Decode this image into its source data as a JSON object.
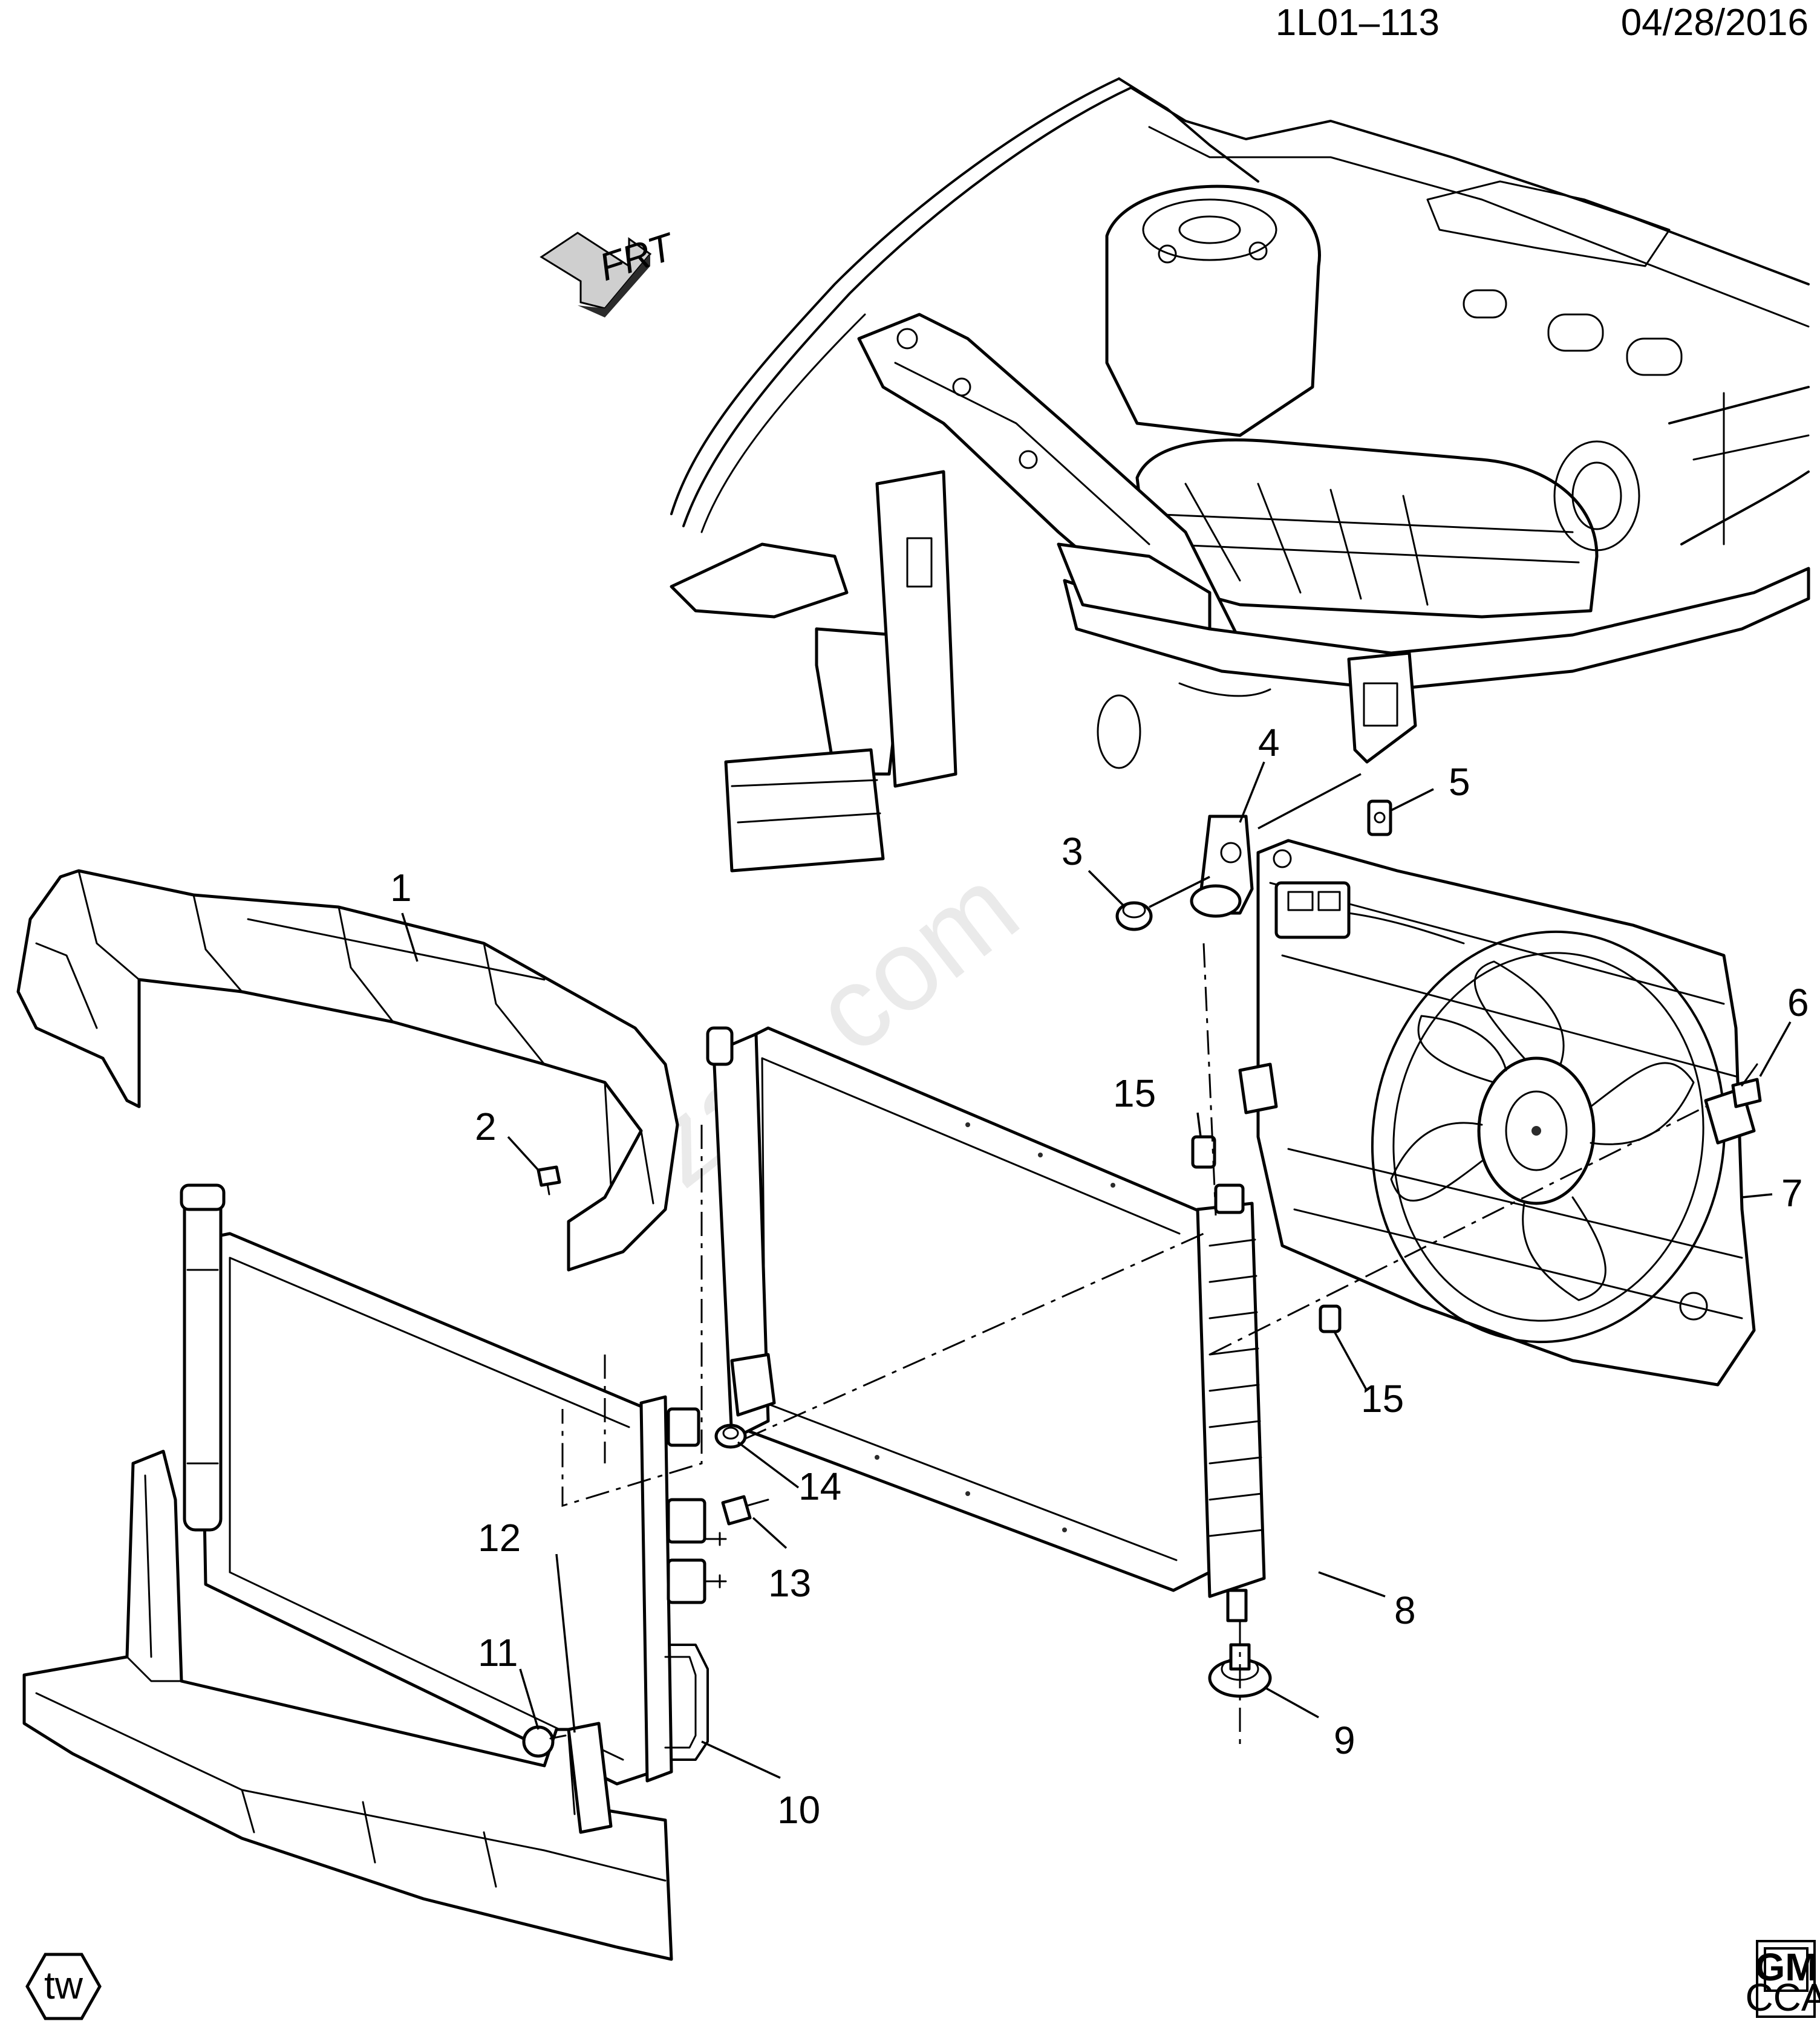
{
  "header": {
    "diagram_code": "1L01–113",
    "date": "04/28/2016"
  },
  "orientation": {
    "label": "FRT",
    "icon": "front-direction-arrow-icon"
  },
  "watermark": {
    "text": "zap.com"
  },
  "footer": {
    "left_badge": "tw",
    "brand_logo_text": "GM",
    "brand_logo_subtext": "CCA"
  },
  "callouts": [
    {
      "number": "1",
      "part": "air-baffle-upper"
    },
    {
      "number": "2",
      "part": "retainer-push-pin"
    },
    {
      "number": "3",
      "part": "nut"
    },
    {
      "number": "4",
      "part": "radiator-upper-bracket"
    },
    {
      "number": "5",
      "part": "clip-nut"
    },
    {
      "number": "6",
      "part": "bolt"
    },
    {
      "number": "7",
      "part": "cooling-fan-shroud-assembly"
    },
    {
      "number": "8",
      "part": "radiator-drain-cock"
    },
    {
      "number": "9",
      "part": "radiator-lower-insulator"
    },
    {
      "number": "10",
      "part": "condenser-tube"
    },
    {
      "number": "11",
      "part": "push-retainer"
    },
    {
      "number": "12",
      "part": "condenser-side-seal"
    },
    {
      "number": "13",
      "part": "bolt"
    },
    {
      "number": "14",
      "part": "condenser-insulator"
    },
    {
      "number": "15",
      "part": "clip-nut"
    }
  ]
}
